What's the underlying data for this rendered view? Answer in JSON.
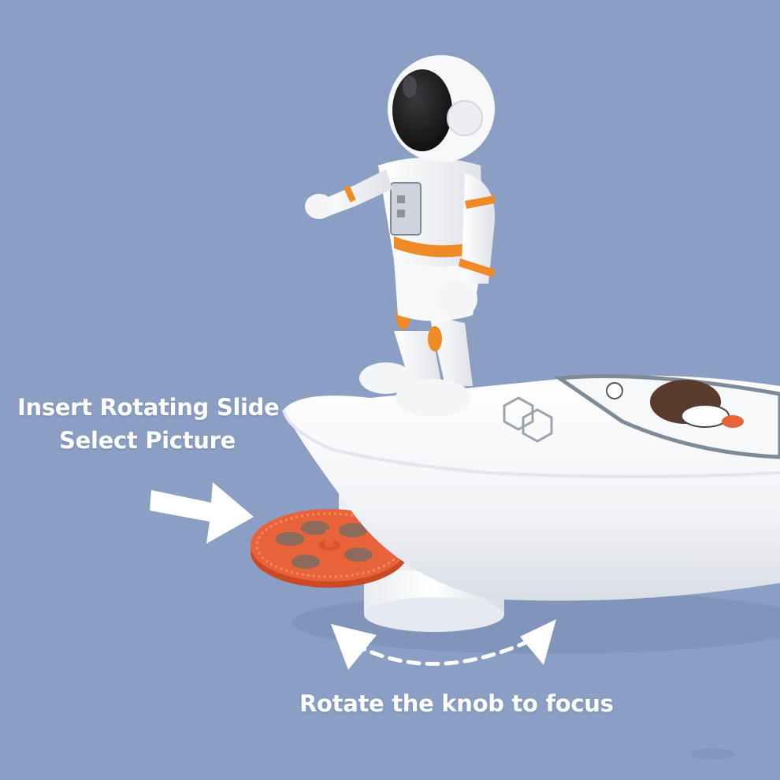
{
  "captions": {
    "insert_line1": "Insert Rotating Slide",
    "insert_line2": "Select Picture",
    "rotate": "Rotate the knob to focus"
  },
  "colors": {
    "background": "#8a9fc3",
    "body_white": "#f4f5f7",
    "slide_orange": "#e8633a",
    "suit_orange": "#f08a24",
    "visor_black": "#1a1a1c",
    "label_grey": "#7d8a99"
  },
  "icons": {
    "insert_arrow": "arrow-right-icon",
    "rotate_arrows": "curved-double-arrow-icon",
    "hexagon_logo": "hexagon-logo-icon"
  }
}
